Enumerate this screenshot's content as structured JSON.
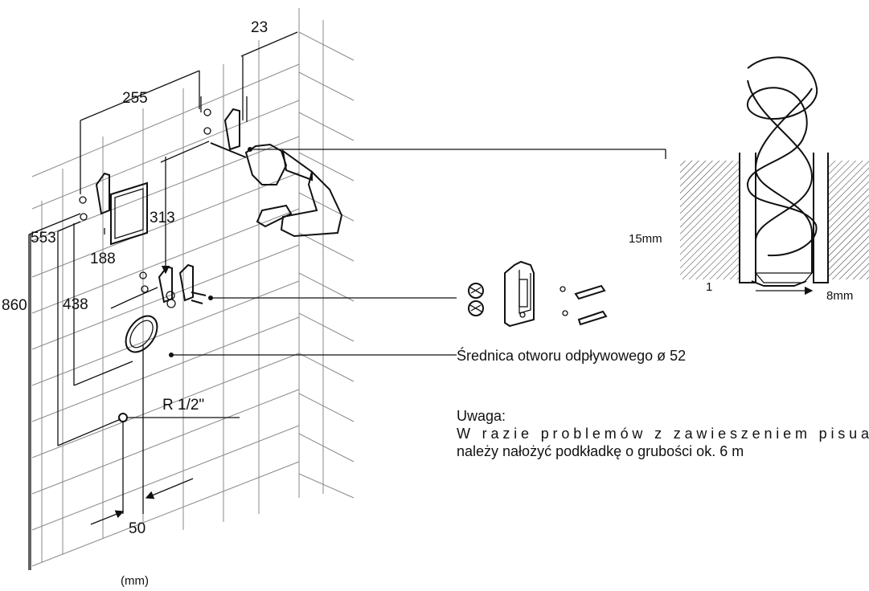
{
  "dimensions": {
    "d23": "23",
    "d255": "255",
    "d313": "313",
    "d553": "553",
    "d188": "188",
    "d860": "860",
    "d438": "438",
    "thread": "R 1/2\"",
    "d50": "50",
    "unit": "(mm)",
    "depth": "15mm",
    "bit": "8mm"
  },
  "notes": {
    "drain": "Średnica otworu odpływowego ø 52",
    "warning_title": "Uwaga:",
    "warning_line1": "W razie problemów z zawieszeniem pisua",
    "warning_line2": "należy nałożyć podkładkę o grubości ok. 6 m"
  },
  "colors": {
    "line": "#111111",
    "tile": "#8a8a8a",
    "background": "#ffffff"
  },
  "icons": [
    "drill-icon",
    "bracket-icon",
    "screw-icon",
    "wall-plug-icon",
    "drill-bit-icon"
  ]
}
